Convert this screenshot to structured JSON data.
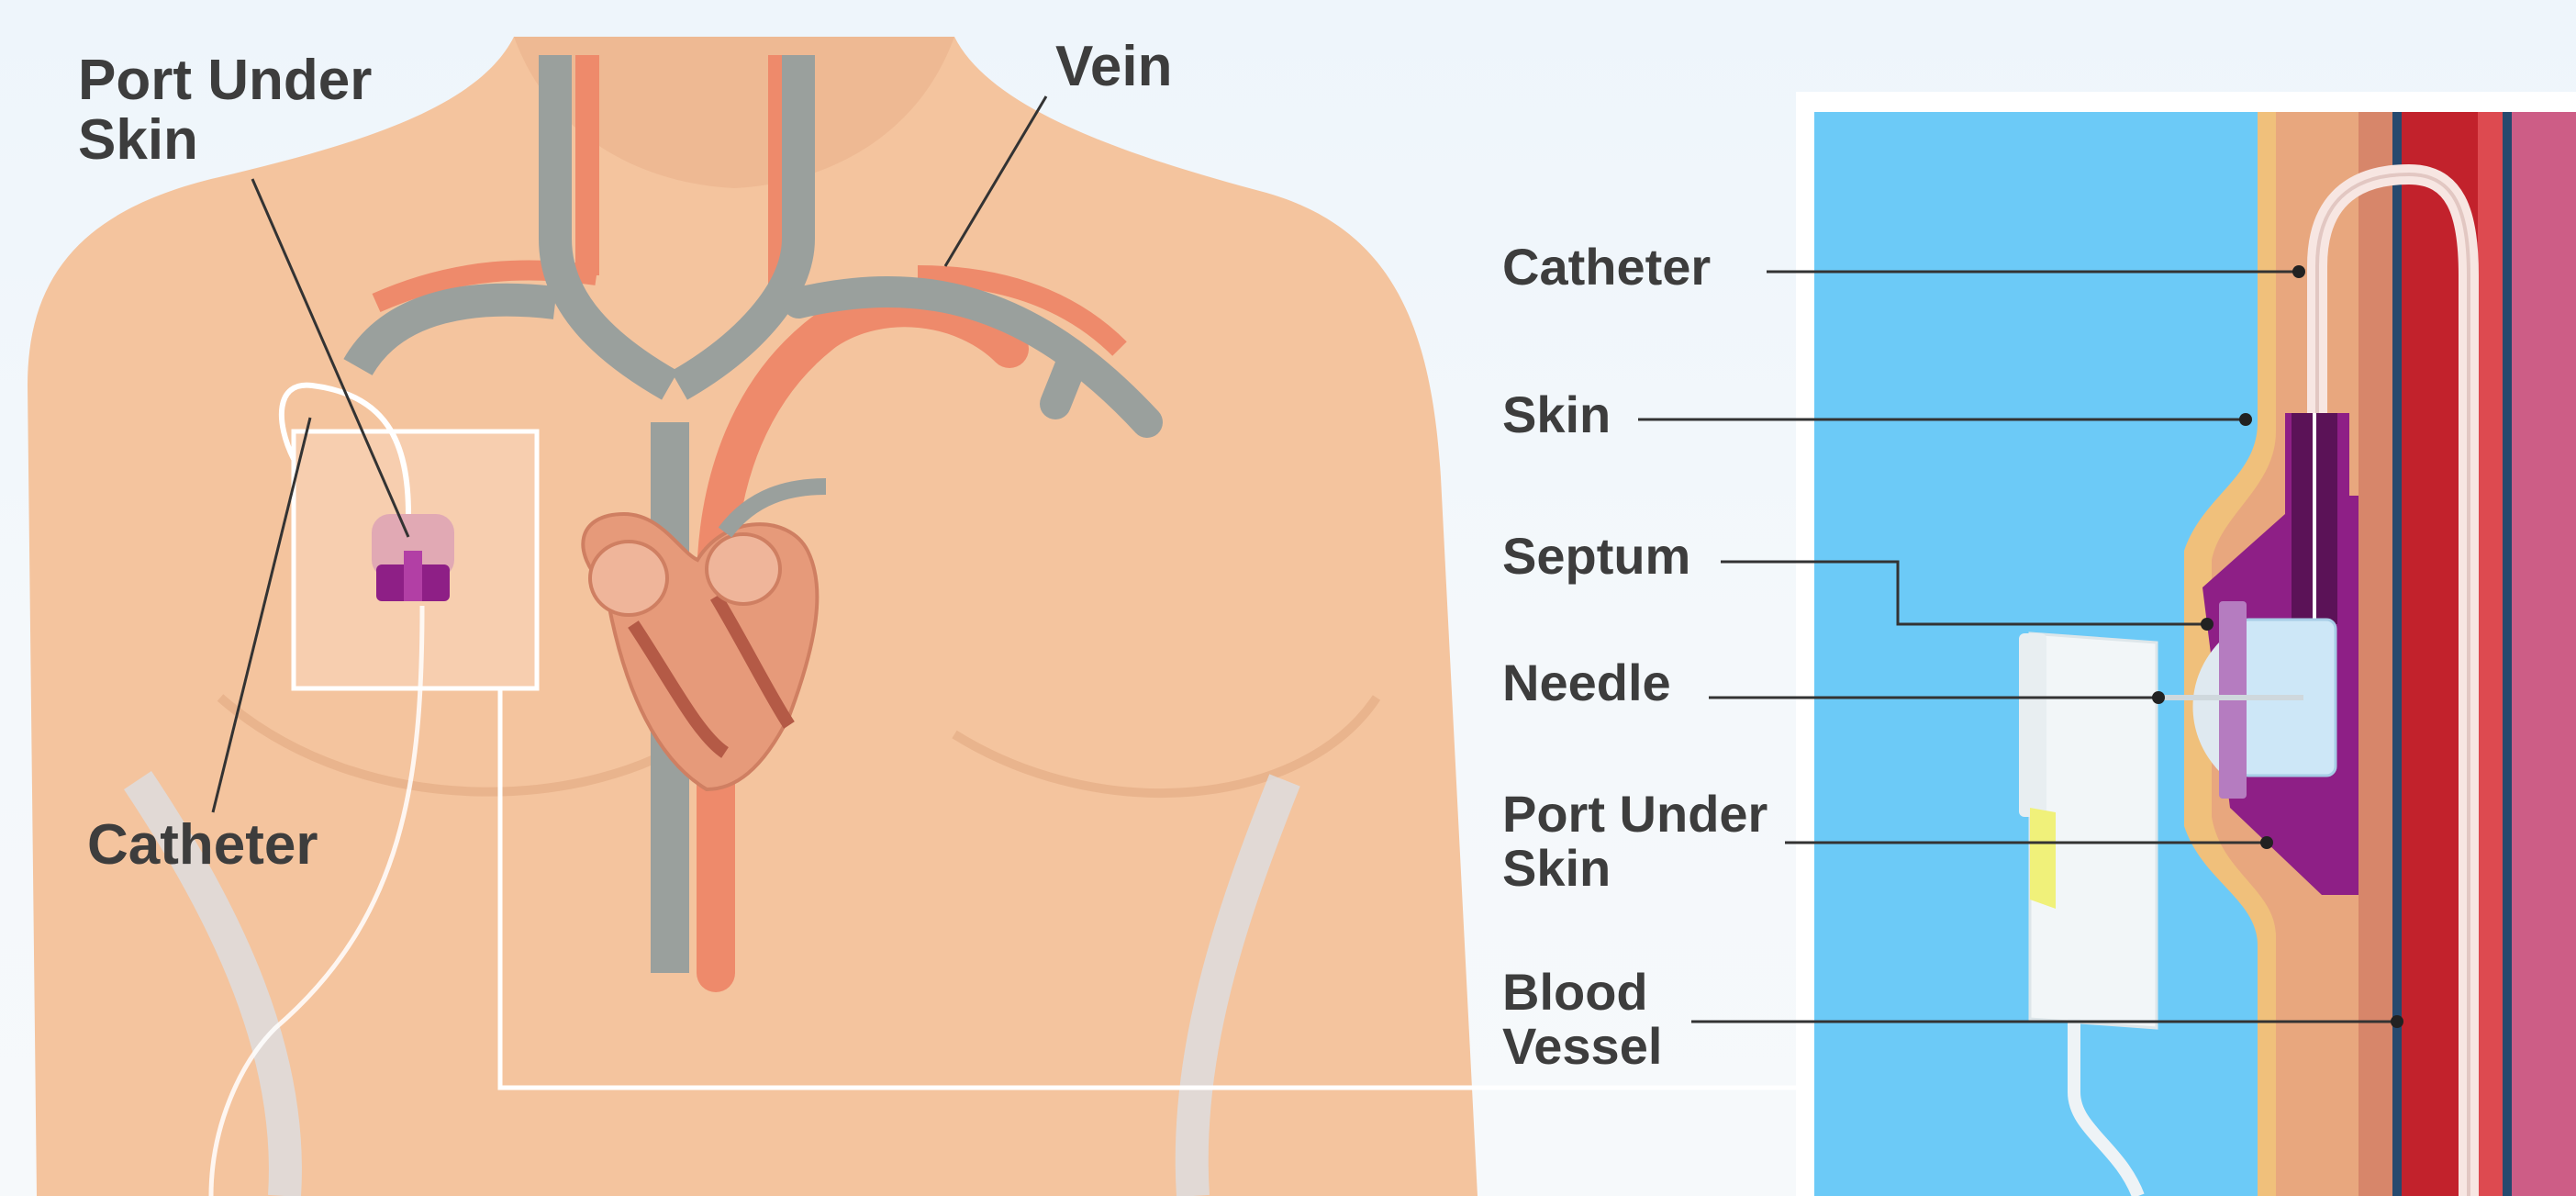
{
  "left_labels": {
    "port_under_skin": "Port Under\nSkin",
    "vein": "Vein",
    "catheter": "Catheter"
  },
  "right_labels": {
    "catheter": "Catheter",
    "skin": "Skin",
    "septum": "Septum",
    "needle": "Needle",
    "port_under_skin": "Port Under\nSkin",
    "blood_vessel": "Blood\nVessel"
  },
  "colors": {
    "skin": "#f2c29a",
    "vein": "#9aa09d",
    "artery": "#ee8a6b",
    "port": "#8e1f86",
    "inset_water": "#6ccaf7",
    "blood_vessel": "#c2222c",
    "label_text": "#3d3d3d"
  }
}
